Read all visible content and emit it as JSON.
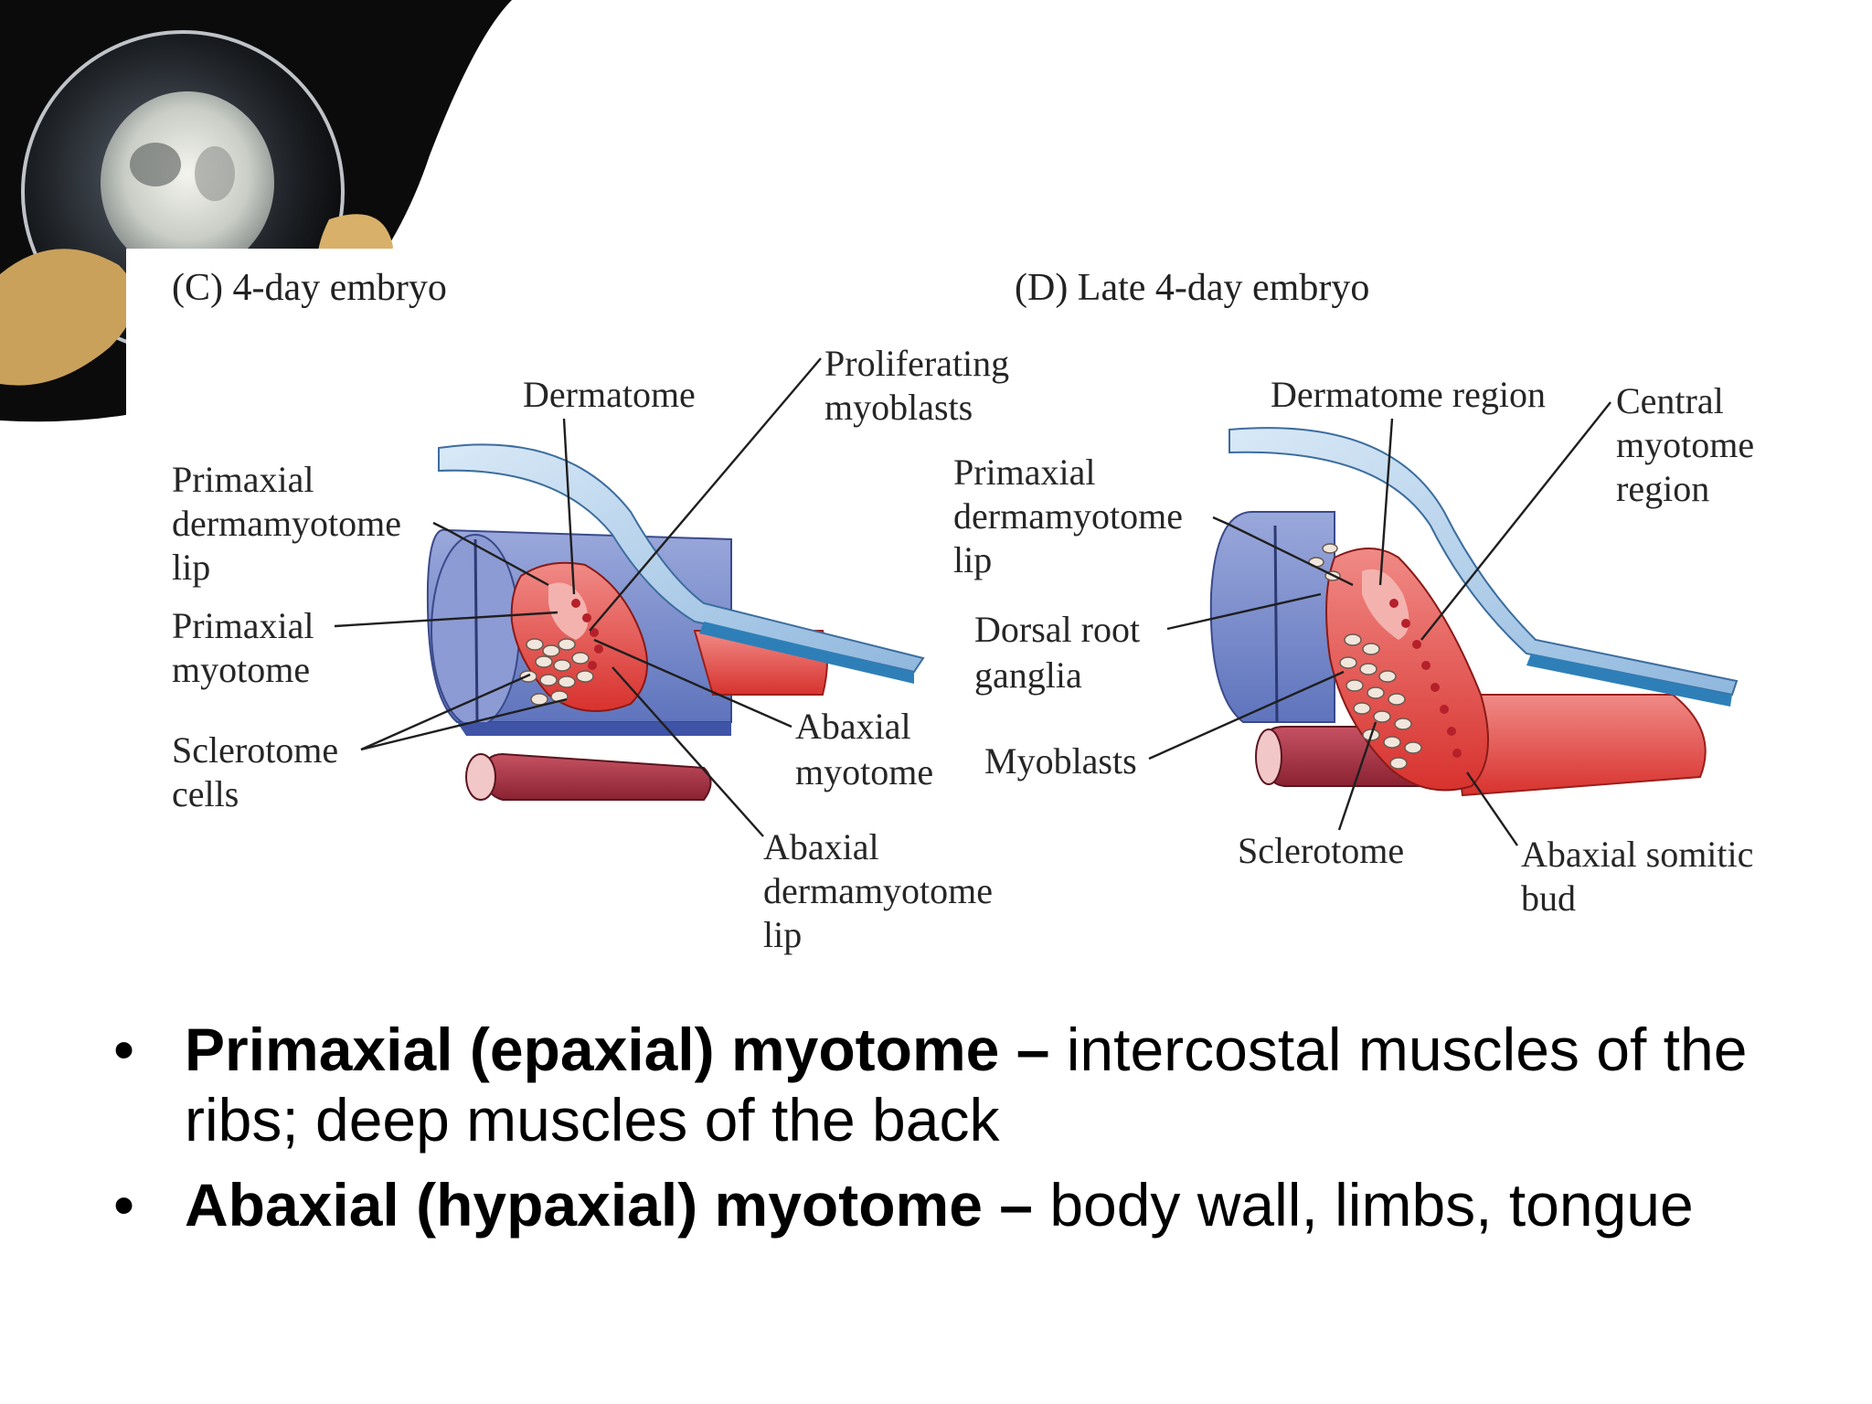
{
  "slide": {
    "figure": {
      "panel_c": {
        "title": "(C)  4-day embryo",
        "labels": {
          "dermatome": "Dermatome",
          "proliferating_1": "Proliferating",
          "proliferating_2": "myoblasts",
          "primaxial_lip_1": "Primaxial",
          "primaxial_lip_2": "dermamyotome",
          "primaxial_lip_3": "lip",
          "primaxial_myo_1": "Primaxial",
          "primaxial_myo_2": "myotome",
          "sclerotome_1": "Sclerotome",
          "sclerotome_2": "cells",
          "abaxial_myo_1": "Abaxial",
          "abaxial_myo_2": "myotome",
          "abaxial_lip_1": "Abaxial",
          "abaxial_lip_2": "dermamyotome",
          "abaxial_lip_3": "lip"
        }
      },
      "panel_d": {
        "title": "(D)  Late 4-day embryo",
        "labels": {
          "dermatome_region": "Dermatome region",
          "central_1": "Central",
          "central_2": "myotome",
          "central_3": "region",
          "primaxial_lip_1": "Primaxial",
          "primaxial_lip_2": "dermamyotome",
          "primaxial_lip_3": "lip",
          "drg_1": "Dorsal root",
          "drg_2": "ganglia",
          "myoblasts": "Myoblasts",
          "sclerotome": "Sclerotome",
          "abaxial_bud_1": "Abaxial somitic",
          "abaxial_bud_2": "bud"
        }
      }
    },
    "bullets": [
      {
        "symbol": "•",
        "bold": "Primaxial (epaxial) myotome – ",
        "text": "intercostal muscles of the ribs; deep muscles of the back"
      },
      {
        "symbol": "•",
        "bold": "Abaxial (hypaxial) myotome – ",
        "text": "body wall, limbs, tongue"
      }
    ],
    "colors": {
      "dermatome_blue": "#9cc4e6",
      "neural_tube_blue": "#7f93cf",
      "myotome_red": "#e0453f",
      "aorta_red": "#a8323e",
      "ectoderm_teal": "#2e7fb8"
    }
  }
}
